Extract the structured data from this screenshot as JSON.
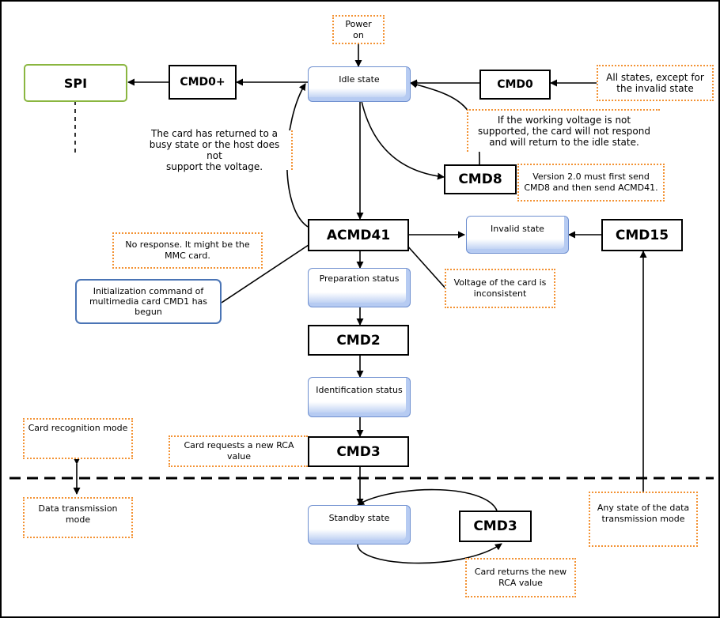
{
  "nodes": {
    "power_on": "Power\non",
    "idle": "Idle state",
    "spi": "SPI",
    "cmd0plus": "CMD0+",
    "cmd0": "CMD0",
    "all_states": "All states, except for\nthe invalid state",
    "not_supported": "If the working voltage is not\nsupported, the card will not respond\nand will return to the idle state.",
    "returned_busy": "The card has returned to a\nbusy state or the host does not\nsupport the voltage.",
    "cmd8": "CMD8",
    "version": "Version 2.0 must first send\nCMD8 and then send ACMD41.",
    "acmd41": "ACMD41",
    "invalid": "Invalid state",
    "cmd15": "CMD15",
    "no_response": "No response. It might be the\nMMC card.",
    "mmc_init": "Initialization command of\nmultimedia card CMD1 has\nbegun",
    "preparation": "Preparation status",
    "voltage_inconsistent": "Voltage of the card is\ninconsistent",
    "cmd2": "CMD2",
    "identification": "Identification status",
    "card_recognition": "Card recognition mode",
    "rca_request": "Card requests a new RCA\nvalue",
    "cmd3_a": "CMD3",
    "data_transmission": "Data transmission\nmode",
    "any_state": "Any state of the data\ntransmission mode",
    "standby": "Standby state",
    "cmd3_b": "CMD3",
    "rca_returns": "Card returns the new\nRCA value"
  },
  "colors": {
    "state_border": "#6e8fcf",
    "state_shadow": "#b6cbf2",
    "note_border": "#f39233",
    "spi_border": "#8ab640",
    "frame_border": "#4a74b5"
  }
}
